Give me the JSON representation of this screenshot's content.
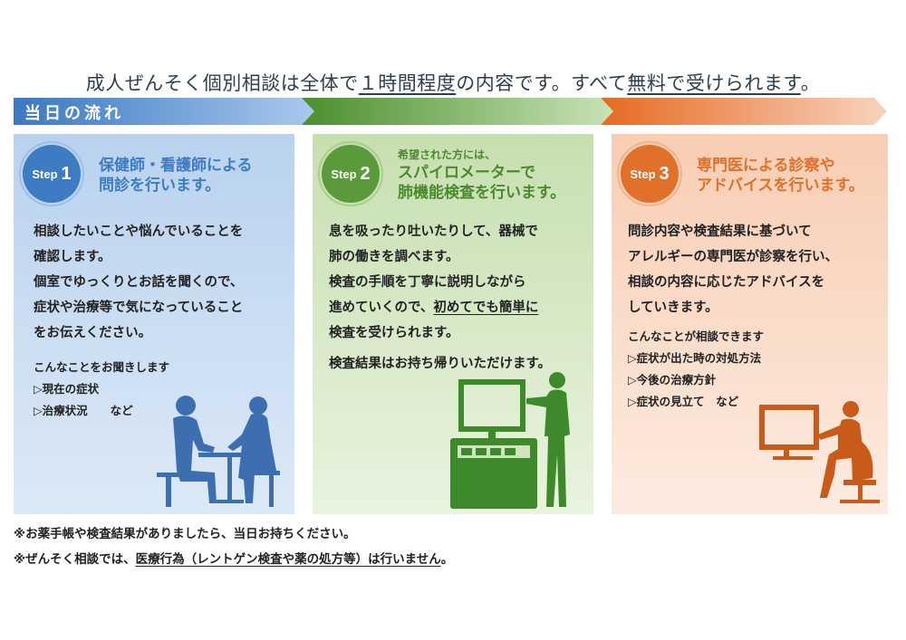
{
  "headline": {
    "part1": "成人ぜんそく個別相談は全体で",
    "emph1": "１時間程度",
    "part2": "の内容です。すべて",
    "emph2": "無料で受けられます",
    "part3": "。"
  },
  "band": {
    "label": "当日の流れ"
  },
  "steps": [
    {
      "step_word": "Step",
      "step_num": "1",
      "title_lines": [
        "保健師・看護師による",
        "問診を行います。"
      ],
      "body_lines": [
        "相談したいことや悩んでいることを",
        "確認します。",
        "個室でゆっくりとお話を聞くので、",
        "症状や治療等で気になっていること",
        "をお伝えください。"
      ],
      "list_heading": "こんなことをお聞きします",
      "list_items": [
        "▷現在の症状",
        "▷治療状況　　など"
      ],
      "color": "#3d7bc3"
    },
    {
      "step_word": "Step",
      "step_num": "2",
      "pretitle": "希望された方には、",
      "title_lines": [
        "スパイロメーターで",
        "肺機能検査を行います。"
      ],
      "body_lines": [
        "息を吸ったり吐いたりして、器械で",
        "肺の働きを調べます。",
        "検査の手順を丁寧に説明しながら"
      ],
      "body_line4_pre": "進めていくので、",
      "body_line4_emph": "初めてでも簡単に",
      "body_line5": "検査を受けられます。",
      "body_line6": "検査結果はお持ち帰りいただけます。",
      "color": "#5a9a3a"
    },
    {
      "step_word": "Step",
      "step_num": "3",
      "title_lines": [
        "専門医による診察や",
        "アドバイスを行います。"
      ],
      "body_lines": [
        "問診内容や検査結果に基づいて",
        "アレルギーの専門医が診察を行い、",
        "相談の内容に応じたアドバイスを",
        "していきます。"
      ],
      "list_heading": "こんなことが相談できます",
      "list_items": [
        "▷症状が出た時の対処方法",
        "▷今後の治療方針",
        "▷症状の見立て　など"
      ],
      "color": "#e0702a"
    }
  ],
  "notes": {
    "line1": "※お薬手帳や検査結果がありましたら、当日お持ちください。",
    "line2_pre": "※ぜんそく相談では、",
    "line2_emph": "医療行為（レントゲン検査や薬の処方等）は行いません",
    "line2_post": "。"
  },
  "colors": {
    "blue": "#3d7bc3",
    "green": "#5a9a3a",
    "orange": "#e0702a",
    "headline": "#2d3e50"
  }
}
